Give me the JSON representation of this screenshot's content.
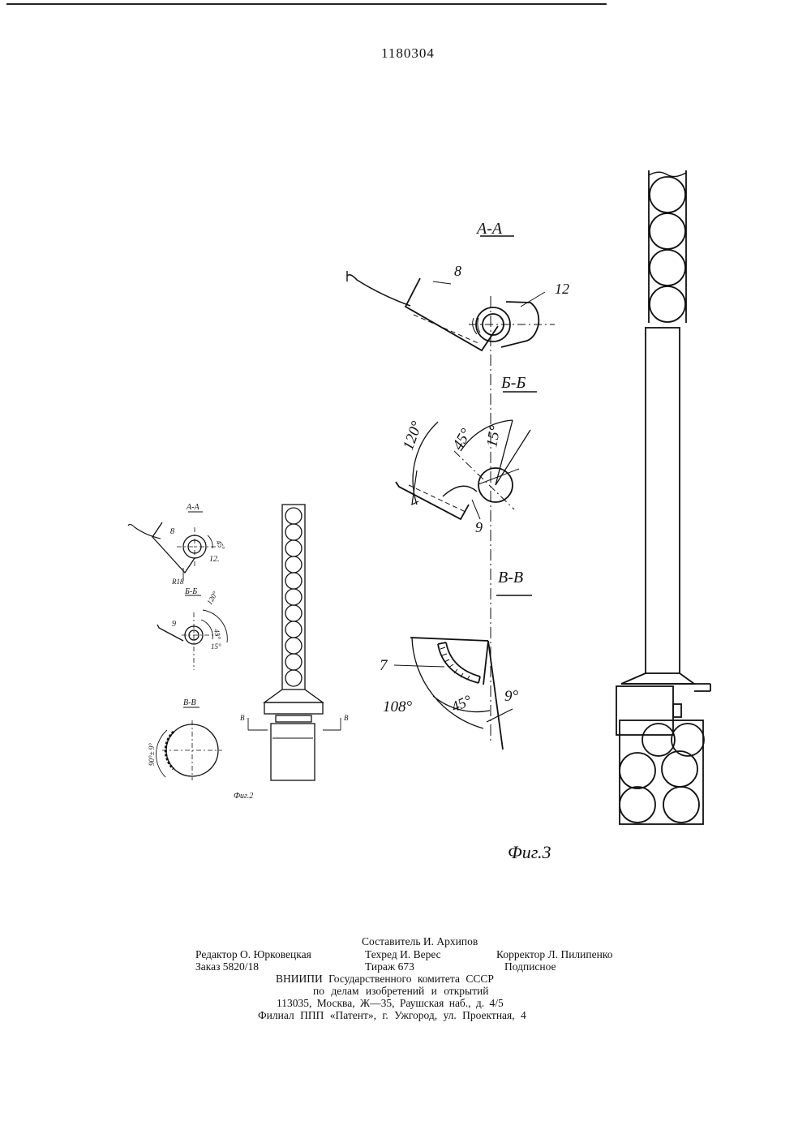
{
  "patent_number": "1180304",
  "fig3": {
    "section_aa": "А-А",
    "section_bb": "Б-Б",
    "section_vv": "В-В",
    "label_8": "8",
    "label_12": "12",
    "label_9": "9",
    "label_7": "7",
    "angle_120": "120°",
    "angle_45_top": "45°",
    "angle_15": "15°",
    "angle_108": "108°",
    "angle_45_bottom": "45°",
    "angle_9": "9°",
    "caption": "Фиг.3"
  },
  "fig2": {
    "section_aa": "А-А",
    "section_bb": "Б-Б",
    "section_vv": "В-В",
    "label_8": "8",
    "label_12": "12.",
    "label_r18": "R18",
    "angle_45_a": "45°",
    "label_9": "9",
    "angle_120": "120°",
    "angle_45_b": "45°",
    "angle_15": "15°",
    "angle_90": "90°± 9°",
    "cut_left": "В",
    "cut_right": "В",
    "caption": "Фиг.2"
  },
  "imprint": {
    "compiler": "Составитель И. Архипов",
    "editor": "Редактор О. Юрковецкая",
    "techred": "Техред И. Верес",
    "corrector": "Корректор Л. Пилипенко",
    "order": "Заказ 5820/18",
    "circulation": "Тираж 673",
    "subscription": "Подписное",
    "org_line1": "ВНИИПИ Государственного комитета СССР",
    "org_line2": "по делам изобретений и открытий",
    "org_line3": "113035, Москва, Ж—35, Раушская наб., д. 4/5",
    "branch": "Филиал ППП «Патент», г. Ужгород, ул. Проектная, 4"
  }
}
